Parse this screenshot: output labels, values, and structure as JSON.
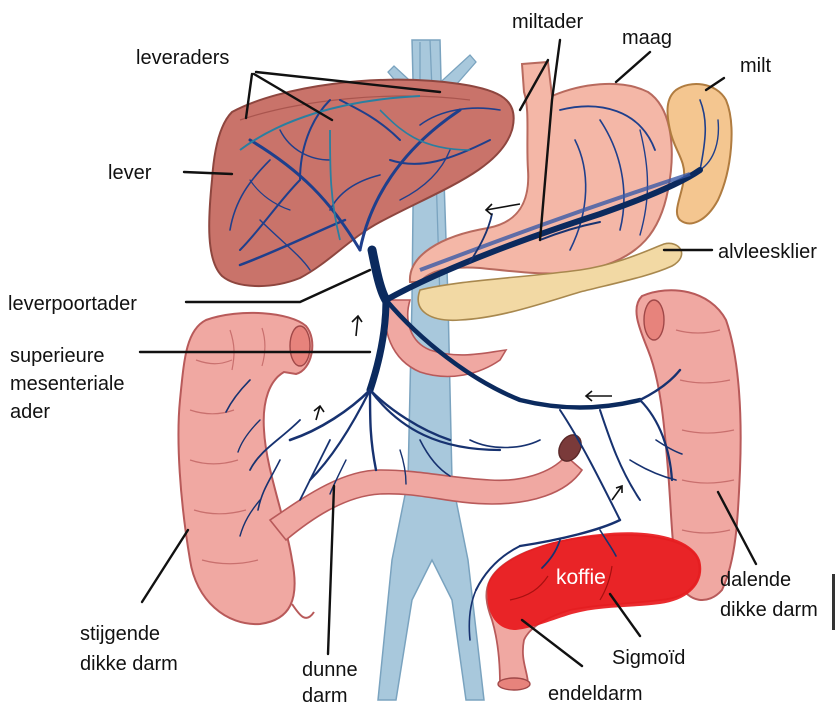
{
  "labels": {
    "leveraders": "leveraders",
    "lever": "lever",
    "leverpoortader": "leverpoortader",
    "superieure_line1": "superieure",
    "superieure_line2": "mesenteriale",
    "superieure_line3": "ader",
    "miltader": "miltader",
    "maag": "maag",
    "milt": "milt",
    "alvleesklier": "alvleesklier",
    "stijgende_line1": "stijgende",
    "stijgende_line2": "dikke darm",
    "dunne_line1": "dunne",
    "dunne_line2": "darm",
    "endeldarm": "endeldarm",
    "sigmoid": "Sigmoïd",
    "dalende_line1": "dalende",
    "dalende_line2": "dikke darm",
    "koffie": "koffie"
  },
  "colors": {
    "liver": "#c9736a",
    "liver_dark": "#a9554e",
    "stomach": "#f4b7a7",
    "spleen": "#f4c690",
    "pancreas": "#f2d9a4",
    "colon": "#f0a8a2",
    "vena_cava": "#a8c8dc",
    "portal_vein": "#1f3f8c",
    "highlight": "#e8191c"
  }
}
